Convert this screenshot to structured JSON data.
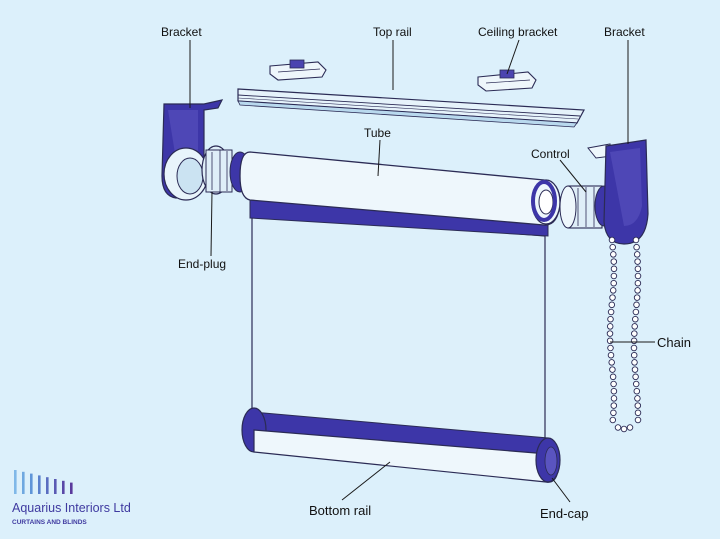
{
  "labels": {
    "bracket_left": "Bracket",
    "top_rail": "Top rail",
    "ceiling_bracket": "Ceiling bracket",
    "bracket_right": "Bracket",
    "tube": "Tube",
    "control": "Control",
    "end_plug": "End-plug",
    "chain": "Chain",
    "bottom_rail": "Bottom  rail",
    "end_cap": "End-cap"
  },
  "logo": {
    "name": "Aquarius Interiors Ltd",
    "tagline": "CURTAINS AND BLINDS"
  },
  "colors": {
    "background": "#dcf0fb",
    "fabric": "#ddf0fa",
    "accent_purple": "#3d36a8",
    "outline": "#2b2b55",
    "label_text": "#111111"
  }
}
